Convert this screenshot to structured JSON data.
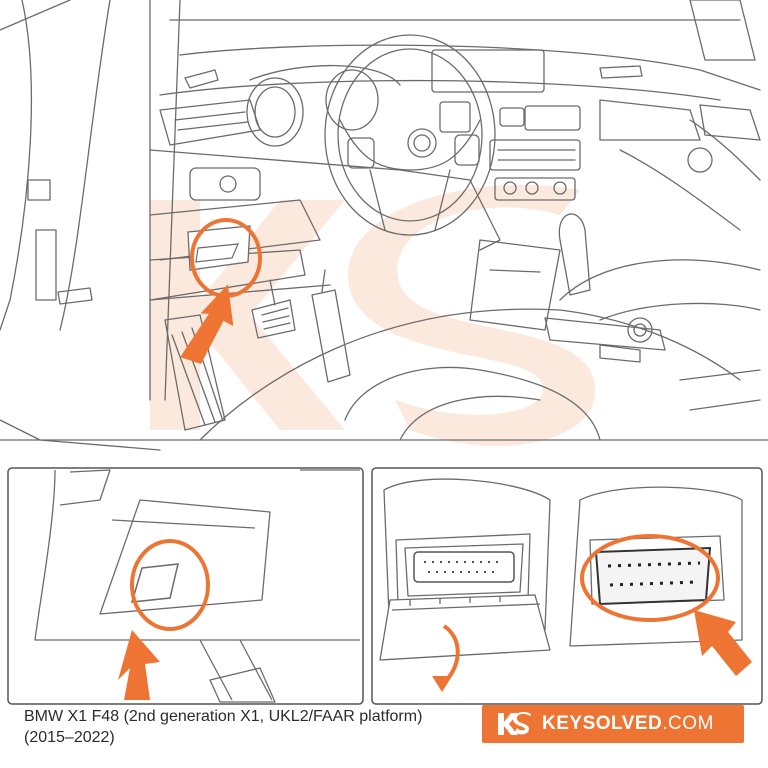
{
  "caption": "BMW X1 F48 (2nd generation X1, UKL2/FAAR platform) (2015–2022)",
  "brand": {
    "name_bold": "KEYSOLVED",
    "name_suffix": ".COM",
    "logo_text": "KS"
  },
  "colors": {
    "accent": "#ee7433",
    "line": "#6b6b6b",
    "watermark": "#f6c9ad"
  }
}
